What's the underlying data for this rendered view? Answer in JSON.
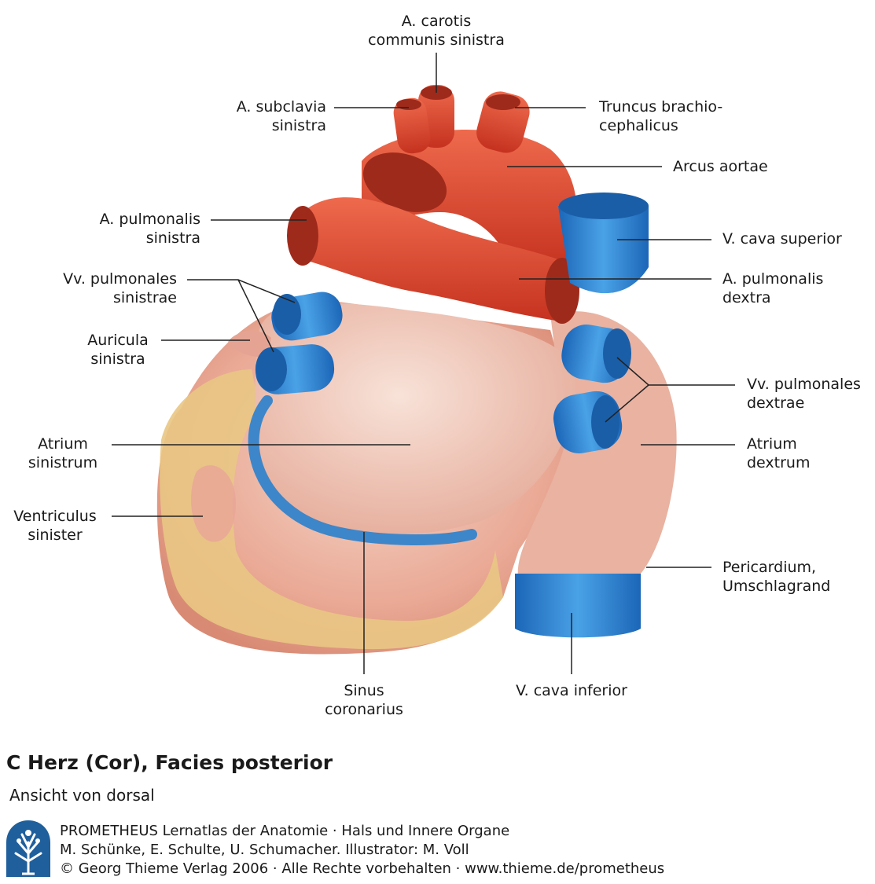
{
  "labels": {
    "carotis": "A. carotis\ncommunis sinistra",
    "subclavia": "A. subclavia\nsinistra",
    "truncus": "Truncus brachio-\ncephalicus",
    "arcus": "Arcus aortae",
    "pulm_sin": "A. pulmonalis\nsinistra",
    "vcava_sup": "V. cava superior",
    "vv_pulm_sin": "Vv. pulmonales\nsinistrae",
    "pulm_dex": "A. pulmonalis\ndextra",
    "auricula": "Auricula\nsinistra",
    "vv_pulm_dex": "Vv. pulmonales\ndextrae",
    "atrium_sin": "Atrium\nsinistrum",
    "atrium_dex": "Atrium\ndextrum",
    "ventriculus": "Ventriculus\nsinister",
    "pericardium": "Pericardium,\nUmschlagrand",
    "sinus": "Sinus\ncoronarius",
    "vcava_inf": "V. cava inferior"
  },
  "caption": {
    "title": "C Herz (Cor), Facies posterior",
    "subtitle": "Ansicht von dorsal"
  },
  "credits": {
    "line1": "PROMETHEUS Lernatlas der Anatomie · Hals und Innere Organe",
    "line2": "M. Schünke, E. Schulte, U. Schumacher. Illustrator: M. Voll",
    "line3": "© Georg Thieme Verlag 2006 · Alle Rechte vorbehalten · www.thieme.de/prometheus"
  },
  "colors": {
    "artery": "#d9442e",
    "vein": "#2f7fcf",
    "myocardium": "#eab3a3",
    "fat": "#e9c684",
    "logo": "#1f5f9c"
  }
}
